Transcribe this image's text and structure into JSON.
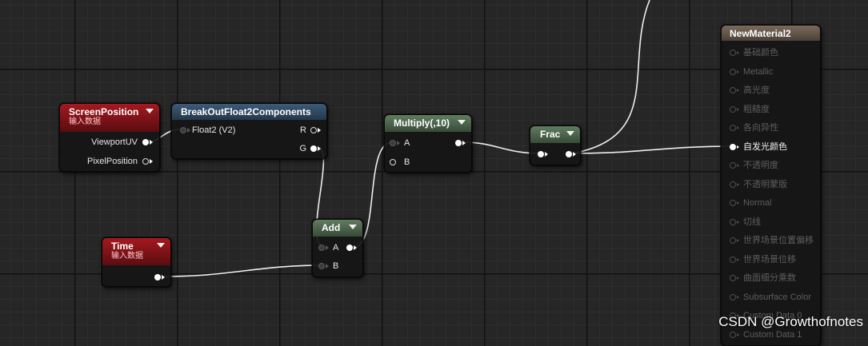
{
  "nodes": {
    "screen_position": {
      "title": "ScreenPosition",
      "subtitle": "输入数据",
      "outputs": [
        "ViewportUV",
        "PixelPosition"
      ],
      "color": "#a4191f"
    },
    "break_out": {
      "title": "BreakOutFloat2Components",
      "input": "Float2 (V2)",
      "outputs": [
        "R",
        "G"
      ],
      "color": "#3c5a78"
    },
    "multiply": {
      "title": "Multiply(,10)",
      "inputs": [
        "A",
        "B"
      ],
      "color": "#607d60"
    },
    "frac": {
      "title": "Frac",
      "color": "#607d60"
    },
    "time": {
      "title": "Time",
      "subtitle": "输入数据",
      "color": "#a4191f"
    },
    "add": {
      "title": "Add",
      "inputs": [
        "A",
        "B"
      ],
      "color": "#607d60"
    },
    "material": {
      "title": "NewMaterial2",
      "pins": [
        "基础颜色",
        "Metallic",
        "高光度",
        "粗糙度",
        "各向异性",
        "自发光颜色",
        "不透明度",
        "不透明蒙版",
        "Normal",
        "切线",
        "世界场景位置偏移",
        "世界场景位移",
        "曲面细分乘数",
        "Subsurface Color",
        "Custom Data 0",
        "Custom Data 1"
      ],
      "active_pin": "自发光颜色",
      "color": "#7a6a5c"
    }
  },
  "watermark": "CSDN @Growthofnotes"
}
